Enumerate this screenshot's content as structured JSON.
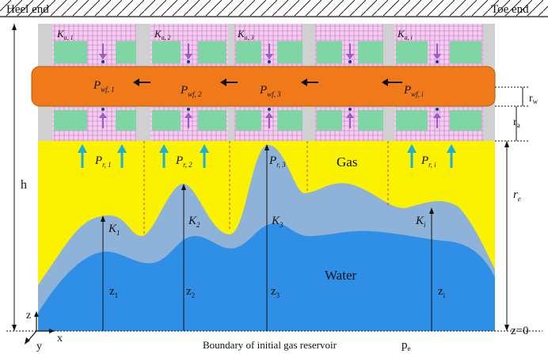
{
  "colors": {
    "gas": "#fbf200",
    "water": "#2f8fe6",
    "transition": "#8fb3d8",
    "wellbore": "#f07a1a",
    "casing_gray": "#cdcdcd",
    "matrix_pink": "#efc2ea",
    "fracture_green": "#7fd6a4",
    "upflow_arrow": "#1ab0d8",
    "downflow_arrow": "#9a5bc7",
    "boundary_dash": "#cc3366"
  },
  "header": {
    "heel_label": "Heel end",
    "toe_label": "Toe end"
  },
  "segments": [
    {
      "k_main": "K",
      "k_sub": "a, 1",
      "pwf_main": "P",
      "pwf_sub": "wf, 1",
      "pr_main": "P",
      "pr_sub": "r, 1",
      "k_zone_main": "K",
      "k_zone_sub": "1",
      "z_label": "z",
      "z_sub": "1"
    },
    {
      "k_main": "K",
      "k_sub": "a, 2",
      "pwf_main": "P",
      "pwf_sub": "wf, 2",
      "pr_main": "P",
      "pr_sub": "r, 2",
      "k_zone_main": "K",
      "k_zone_sub": "2",
      "z_label": "z",
      "z_sub": "2"
    },
    {
      "k_main": "K",
      "k_sub": "a, 3",
      "pwf_main": "P",
      "pwf_sub": "wf, 3",
      "pr_main": "P",
      "pr_sub": "r, 3",
      "k_zone_main": "K",
      "k_zone_sub": "3",
      "z_label": "z",
      "z_sub": "3"
    },
    {
      "k_main": "K",
      "k_sub": "a, i",
      "pwf_main": "P",
      "pwf_sub": "wf, i",
      "pr_main": "P",
      "pr_sub": "r, i",
      "k_zone_main": "K",
      "k_zone_sub": "i",
      "z_label": "z",
      "z_sub": "i"
    }
  ],
  "regions": {
    "gas": "Gas",
    "water": "Water"
  },
  "dimensions": {
    "h": "h",
    "rw_main": "r",
    "rw_sub": "w",
    "ra_main": "r",
    "ra_sub": "a",
    "re_main": "r",
    "re_sub": "e",
    "z0": "z=0"
  },
  "axes": {
    "z": "z",
    "x": "x",
    "y": "y"
  },
  "bottom": {
    "boundary": "Boundary of initial gas reservoir",
    "pe_main": "p",
    "pe_sub": "e"
  }
}
